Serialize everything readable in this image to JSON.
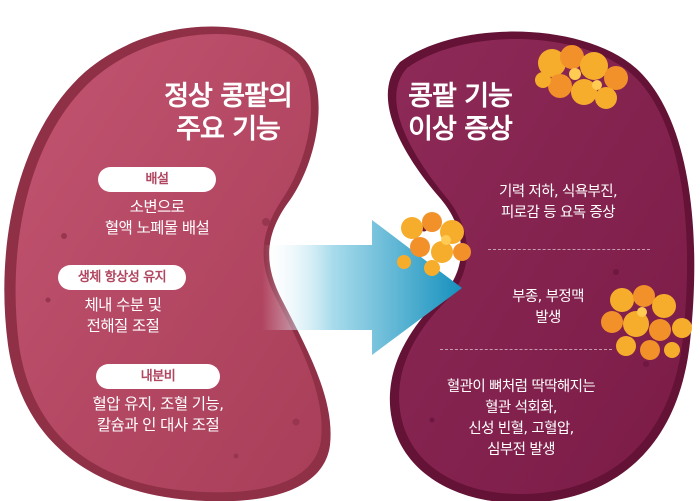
{
  "normal": {
    "title_lines": [
      "정상 콩팥의",
      "주요 기능"
    ],
    "functions": [
      {
        "label": "배설",
        "lines": [
          "소변으로",
          "혈액 노폐물 배설"
        ]
      },
      {
        "label": "생체 항상성 유지",
        "lines": [
          "체내 수분 및",
          "전해질 조절"
        ]
      },
      {
        "label": "내분비",
        "lines": [
          "혈압 유지, 조혈 기능,",
          "칼슘과 인 대사 조절"
        ]
      }
    ]
  },
  "abnormal": {
    "title_lines": [
      "콩팥 기능",
      "이상 증상"
    ],
    "symptoms": [
      {
        "lines": [
          "기력 저하, 식욕부진,",
          "피로감 등 요독 증상"
        ]
      },
      {
        "lines": [
          "부종, 부정맥",
          "발생"
        ]
      },
      {
        "lines": [
          "혈관이 뼈처럼 딱딱해지는",
          "혈관 석회화,",
          "신성 빈혈, 고혈압,",
          "심부전 발생"
        ]
      }
    ]
  },
  "colors": {
    "normal_kidney": "#b0465f",
    "abnormal_kidney": "#86224f",
    "arrow": "#1f9ec4",
    "crystal": "#f7ad2c"
  }
}
